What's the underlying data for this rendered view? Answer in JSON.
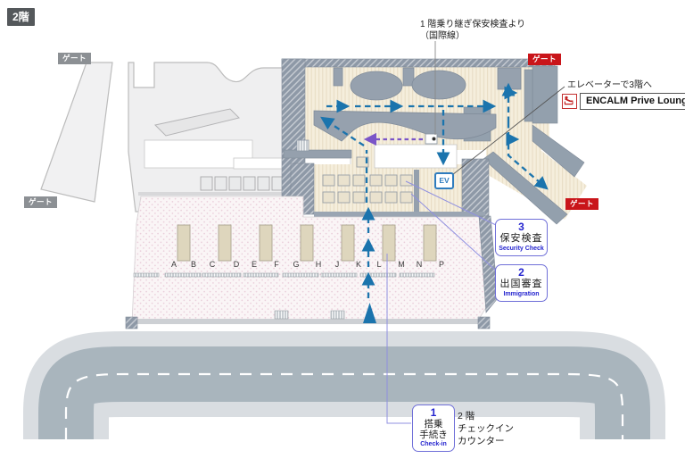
{
  "page": {
    "floor_badge": "2階"
  },
  "map": {
    "gate_badges": [
      {
        "id": "upper-left",
        "label": "ゲート",
        "style": "gray"
      },
      {
        "id": "lower-left",
        "label": "ゲート",
        "style": "gray"
      },
      {
        "id": "upper-right",
        "label": "ゲート",
        "style": "red"
      },
      {
        "id": "lower-right",
        "label": "ゲート",
        "style": "red"
      }
    ],
    "transfer_note": {
      "line1": "1 階乗り継ぎ保安検査より",
      "line2": "（国際線）"
    },
    "elevator_note": "エレベーターで3階へ",
    "lounge": {
      "icon": "lounge-chair-icon",
      "label": "ENCALM Prive Lounge"
    },
    "elevator_marker": "EV",
    "counter_letters": [
      "A",
      "B",
      "C",
      "D",
      "E",
      "F",
      "G",
      "H",
      "J",
      "K",
      "L",
      "M",
      "N",
      "P"
    ],
    "callouts": {
      "security": {
        "number": "3",
        "label_jp": "保安検査",
        "label_en": "Security Check"
      },
      "immigration": {
        "number": "2",
        "label_jp": "出国審査",
        "label_en": "Immigration"
      },
      "checkin": {
        "number": "1",
        "label_jp_line1": "搭乗",
        "label_jp_line2": "手続き",
        "label_en": "Check-in"
      }
    },
    "checkin_counter_note": {
      "line1": "2 階",
      "line2": "チェックイン",
      "line3": "カウンター"
    },
    "colors": {
      "route_blue": "#1b74ad",
      "transfer_purple": "#7a55c8",
      "gate_red": "#c9151a",
      "gate_gray": "#8c9094",
      "callout_border": "#6f6fd8",
      "callout_text": "#2525cf",
      "wall_gray": "#8e99a7",
      "floor_beige": "#f5eedc",
      "floor_pink": "#faf5f6"
    }
  }
}
